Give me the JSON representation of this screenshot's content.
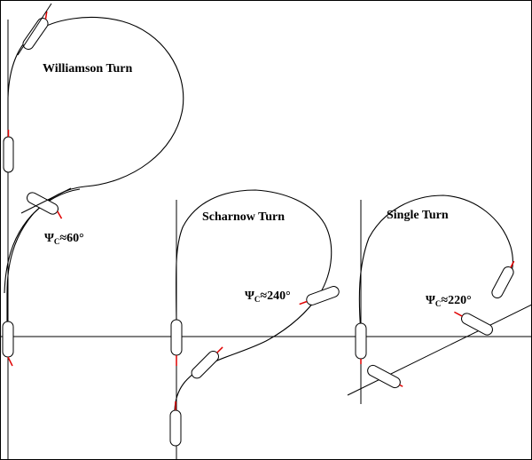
{
  "turns": [
    {
      "name": "Williamson Turn",
      "psi_symbol": "Ψ",
      "psi_sub": "C",
      "psi_value": "≈60°"
    },
    {
      "name": "Scharnow Turn",
      "psi_symbol": "Ψ",
      "psi_sub": "C",
      "psi_value": "≈240°"
    },
    {
      "name": "Single Turn",
      "psi_symbol": "Ψ",
      "psi_sub": "C",
      "psi_value": "≈220°"
    }
  ],
  "colors": {
    "rudder": "#e00000",
    "line": "#000000",
    "background": "#ffffff"
  }
}
